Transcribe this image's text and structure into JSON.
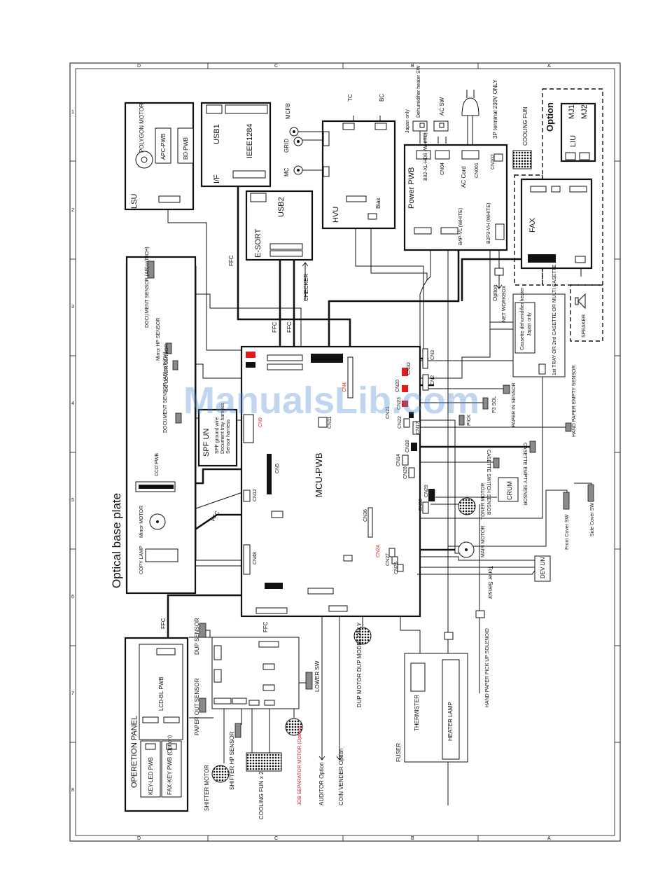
{
  "title": "Optical base plate",
  "watermark": "ManualsLib.com",
  "border_marks": {
    "top": [
      "D",
      "C",
      "B",
      "A"
    ],
    "side": [
      "1",
      "2",
      "3",
      "4",
      "5",
      "6",
      "7",
      "8"
    ]
  },
  "blocks": {
    "lsu": {
      "name": "LSU",
      "polygon_motor": "POLYGON MOTOR",
      "apc": "APC-PWB",
      "bd": "BD-PWB"
    },
    "usb1": {
      "usb1": "USB1",
      "ieee": "IEEE1284",
      "if": "I/F"
    },
    "esort": {
      "name": "E-SORT",
      "usb2": "USB2"
    },
    "hvu": {
      "name": "HVU",
      "tc": "TC",
      "bc": "BC",
      "mcfb": "MCFB",
      "grid": "GRID",
      "mc": "MC",
      "bias": "Bias"
    },
    "power": {
      "name": "Power PWB",
      "japan_only": "Japan only",
      "dehumid_sw": "Dehumidifier heater SW",
      "ac_sw": "AC SW",
      "b02": "B02-XL-HD8 (WHITE)",
      "cn04": "CN04",
      "ac_cord": "AC Cord",
      "cn001": "CN001",
      "cn102": "CN102",
      "terminal": "3P terminal 230V ONLY",
      "cooling_fun": "COOLING FUN",
      "b4p": "B4P-VL (WHITE)",
      "b2p3": "B2P3-VH (WHITE)"
    },
    "option": {
      "title": "Option",
      "liu": "LIU",
      "mj1": "MJ1",
      "mj2": "MJ2",
      "fax": "FAX",
      "speaker": "SPEAKER"
    },
    "net": {
      "option": "Option",
      "netbox": "NET WORKBOX"
    },
    "tray": {
      "cassette_heater": "Cassette dehumidifier heater",
      "japan_only": "Japan only",
      "tray": "1st TRAY OR 2nd CASETTE OR MULTI CASETTE"
    },
    "checker": "CHECKER",
    "ffc": "FFC",
    "mcu": {
      "name": "MCU-PWB",
      "cn3": "CN3",
      "cn2": "CN2",
      "cn32": "CN32",
      "cn20": "CN20",
      "cn23": "CN23",
      "cn21": "CN21",
      "cn22": "CN22",
      "cn17": "CN17",
      "cn18": "CN18",
      "cn14": "CN14",
      "cn28": "CN28",
      "cn29": "CN29",
      "cn30": "CN30",
      "cn36": "CN36",
      "cn24": "CN24",
      "cn27": "CN27",
      "cn25": "CN25",
      "cn48": "CN48",
      "cn12": "CN12",
      "cn5": "CN5",
      "cn9": "CN9",
      "cn11": "CN11",
      "cn4": "CN4"
    },
    "spf": {
      "name": "SPF UN",
      "ground": "SPF ground wire",
      "tray_harness": "Document tray harness",
      "sensor_harness": "Sensor harness"
    },
    "optical": {
      "doc_sensor_ab": "DOCUMENT SENSOR (AB)or(INCH)",
      "mirror_hp": "Mirror HP SENSOR",
      "oc_cover": "OC COVER SENSOR",
      "doc_sensor_ab2": "DOCUMENT SENSOR (AB)or(INCH)",
      "ccd": "CCD PWB",
      "mirror_motor": "Mirror MOTOR",
      "copy_lamp": "COPY LAMP"
    },
    "right": {
      "p3_sol": "P3 SOL",
      "paper_in": "PAPER IN SENSOR",
      "pick": "PICK",
      "hand_empty": "HAND PAPER EMPTY SENSOR",
      "cassette_empty": "CASETTE EMPTY SENSOR",
      "cassette_switch": "CASETTE SWITCH SENSOR",
      "crum": "CRUM",
      "toner_motor": "TONER MOTOR",
      "front_cover": "Front Cover SW",
      "side_cover": "Side Cover SW",
      "main_motor": "MAIN MOTOR",
      "toner_sensor": "Toner Sensor",
      "dev_un": "DEV UN",
      "hand_solenoid": "HAND PAPER PICK UP SOLENOID"
    },
    "fuser": {
      "name": "FUSER",
      "thermister": "THERMISTER",
      "heater": "HEATER LAMP"
    },
    "bottom": {
      "dup_motor": "DUP MOTOR DUP MODEL ONLY",
      "auditor": "AUDITOR Option",
      "coin": "COIN VENDER Option",
      "job_sep": "JOB SEPARATOR MOTOR (Option)",
      "cooling": "COOLING FUN x 2",
      "shifter_hp": "SHIFTER HP SENSOR",
      "shifter_motor": "SHIFTER MOTOR",
      "lower_sw": "LOWER SW",
      "dup_sensor": "DUP SENSOR",
      "paper_out": "PAPER OUT SENSOR"
    },
    "panel": {
      "name": "OPERETION PANEL",
      "lcd": "LCD-BL PWB",
      "key_led": "KEY-LED PWB",
      "fax_key": "FAX-KEY PWB (Option)"
    }
  }
}
